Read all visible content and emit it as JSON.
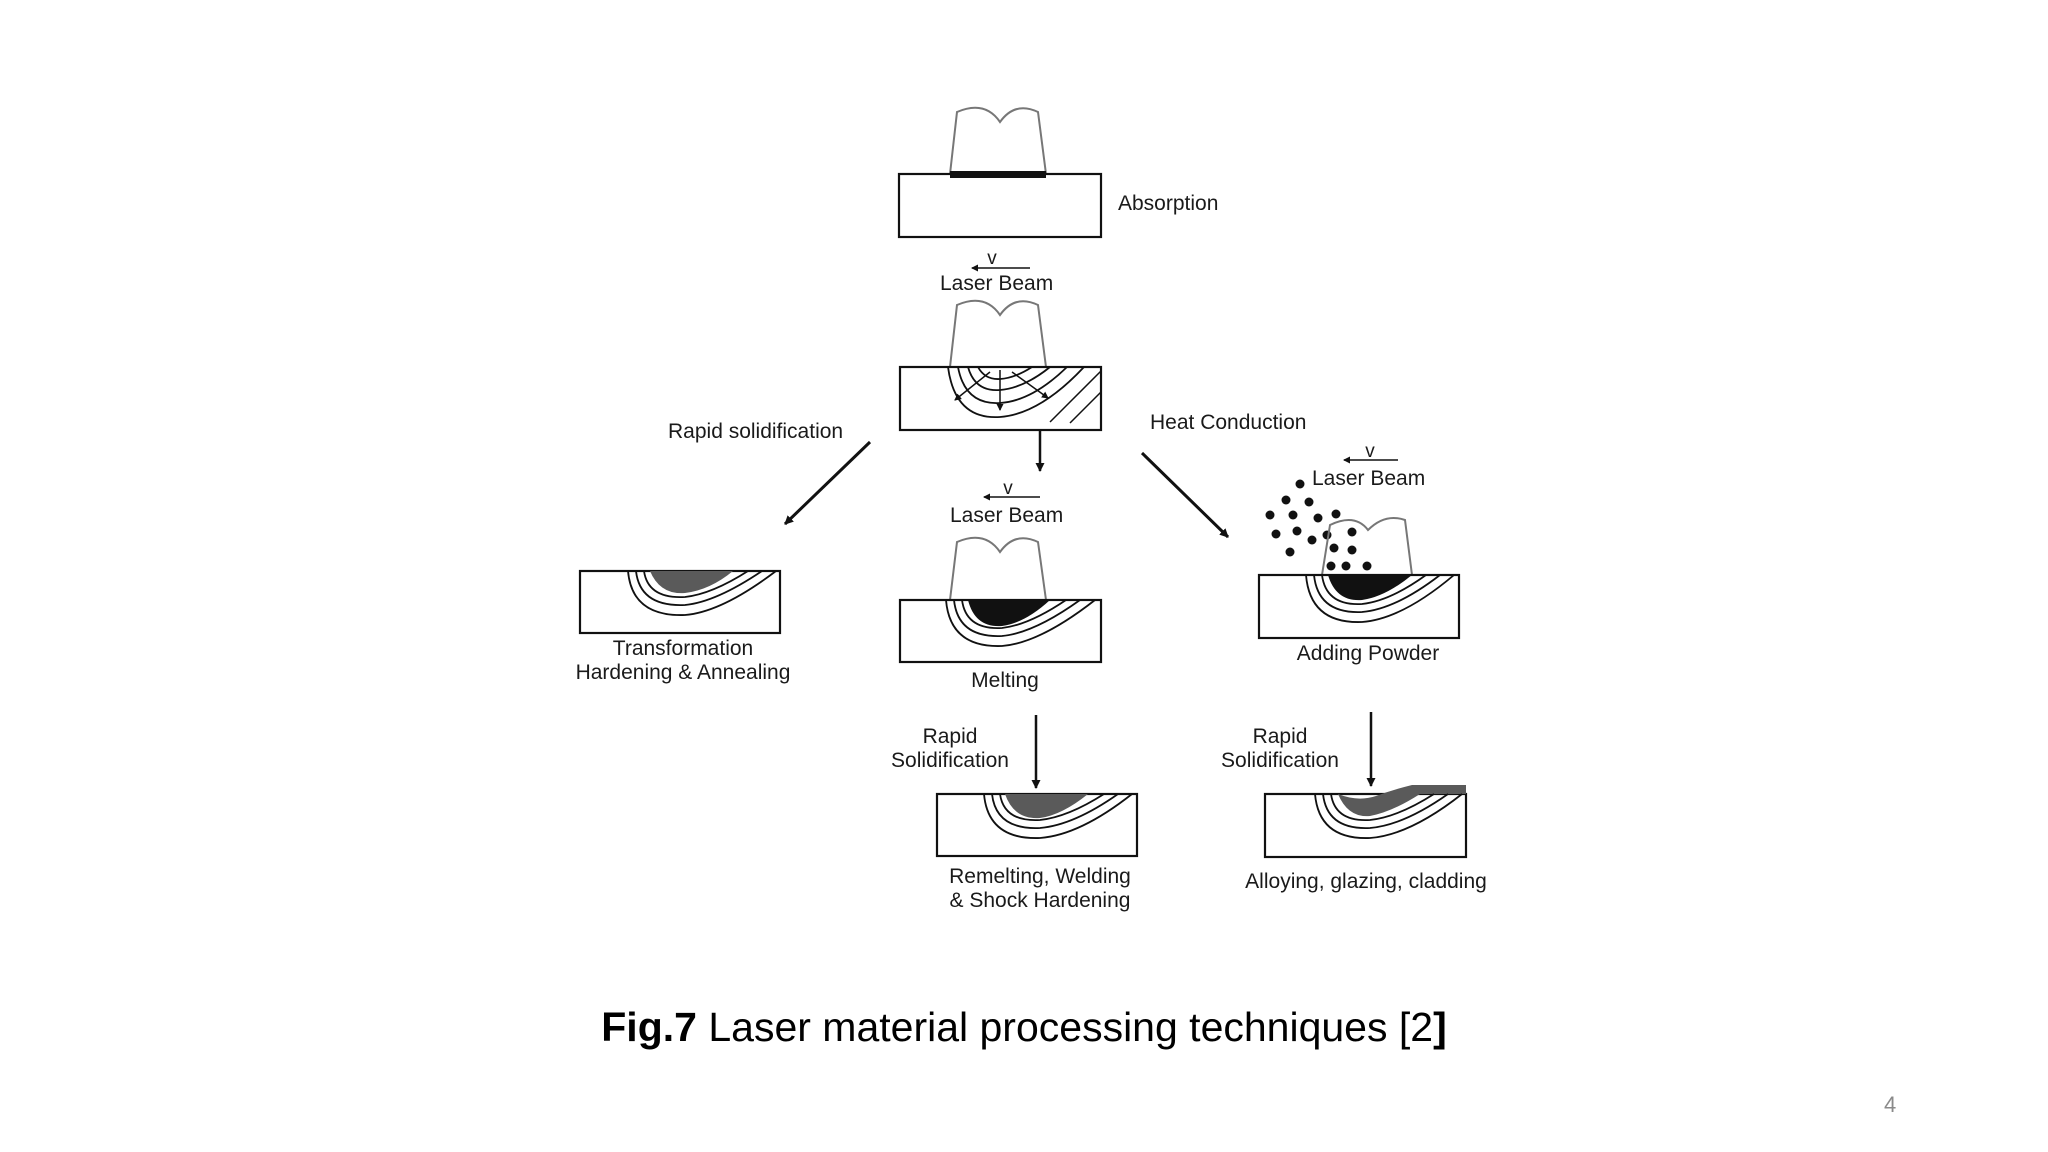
{
  "labels": {
    "absorption": "Absorption",
    "laser_beam_top": "Laser Beam",
    "rapid_solidification_left": "Rapid solidification",
    "heat_conduction": "Heat Conduction",
    "laser_beam_center": "Laser Beam",
    "laser_beam_right": "Laser Beam",
    "velocity": "v",
    "transformation_1": "Transformation",
    "transformation_2": "Hardening & Annealing",
    "melting": "Melting",
    "adding_powder": "Adding Powder",
    "rapid_center_1": "Rapid",
    "rapid_center_2": "Solidification",
    "rapid_right_1": "Rapid",
    "rapid_right_2": "Solidification",
    "remelting_1": "Remelting, Welding",
    "remelting_2": "& Shock Hardening",
    "alloying": "Alloying, glazing, cladding"
  },
  "caption": {
    "bold": "Fig.7",
    "text": " Laser material processing techniques [2",
    "bold_end": "]"
  },
  "page_number": "4"
}
